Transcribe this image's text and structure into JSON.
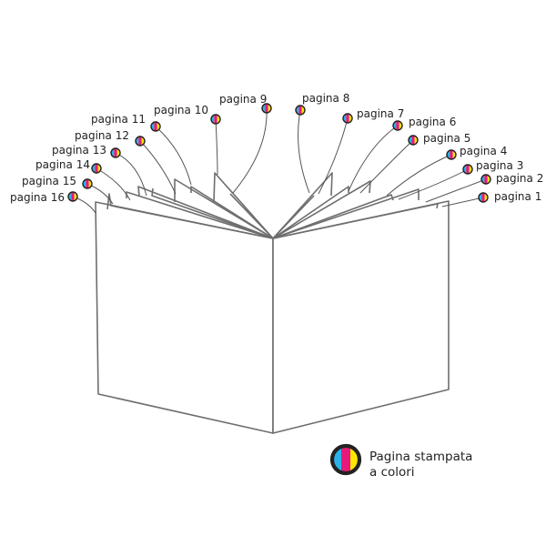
{
  "colors": {
    "line": "#6e6e6e",
    "leader": "#555555",
    "dot_outline": "#222222",
    "cyan": "#2bb3e8",
    "magenta": "#e8197a",
    "yellow": "#ffe600"
  },
  "pages": [
    {
      "label": "pagina 1"
    },
    {
      "label": "pagina 2"
    },
    {
      "label": "pagina 3"
    },
    {
      "label": "pagina 4"
    },
    {
      "label": "pagina 5"
    },
    {
      "label": "pagina 6"
    },
    {
      "label": "pagina 7"
    },
    {
      "label": "pagina 8"
    },
    {
      "label": "pagina 9"
    },
    {
      "label": "pagina 10"
    },
    {
      "label": "pagina 11"
    },
    {
      "label": "pagina 12"
    },
    {
      "label": "pagina 13"
    },
    {
      "label": "pagina 14"
    },
    {
      "label": "pagina 15"
    },
    {
      "label": "pagina 16"
    }
  ],
  "legend": {
    "line1": "Pagina stampata",
    "line2": "a colori",
    "icon": "cmyk-color-dot"
  }
}
